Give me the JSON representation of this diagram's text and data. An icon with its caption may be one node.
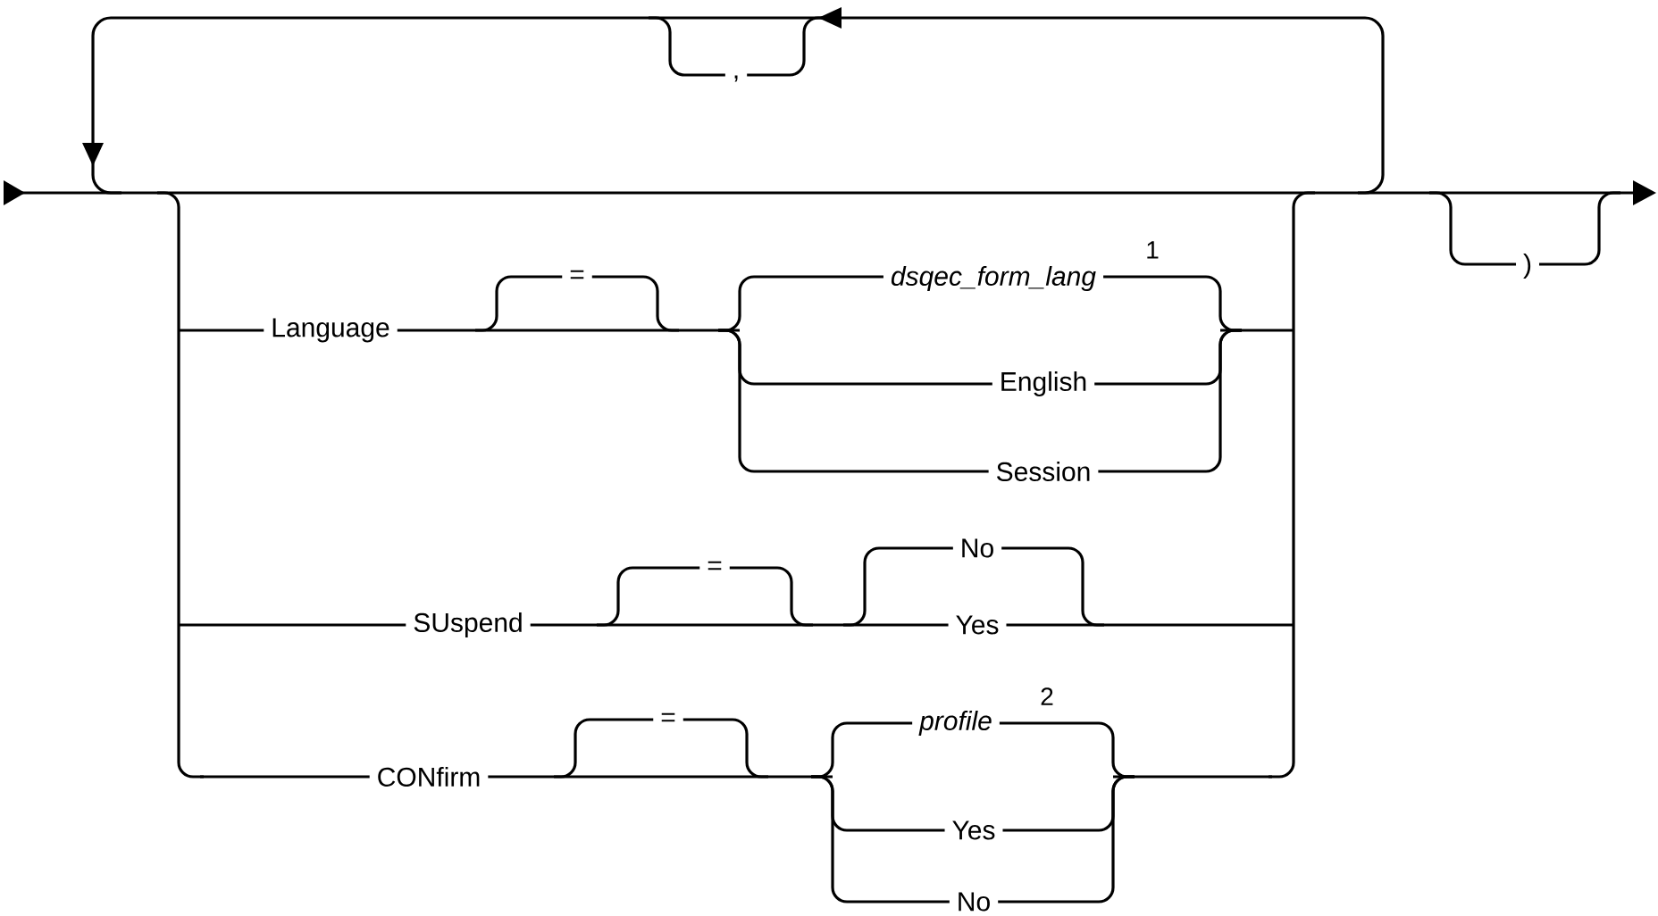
{
  "diagram": {
    "labels": [
      ",",
      "Language",
      "=",
      "dsqec_form_lang",
      "1",
      ")",
      "English",
      "Session",
      "No",
      "SUspend",
      "=",
      "Yes",
      "profile",
      "2",
      "=",
      "CONfirm",
      "Yes",
      "No"
    ]
  }
}
